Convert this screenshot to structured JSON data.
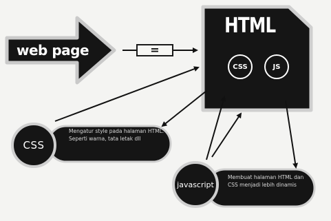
{
  "nodes": {
    "webpage": {
      "label": "web page"
    },
    "equals": {
      "label": "="
    },
    "html": {
      "title": "HTML",
      "css_badge": "CSS",
      "js_badge": "JS"
    },
    "css": {
      "label": "CSS",
      "description": "Mengatur style pada halaman HTML. Seperti warna, tata letak dll"
    },
    "javascript": {
      "label": "javascript",
      "description": "Membuat halaman HTML dan CSS menjadi lebih dinamis"
    }
  },
  "colors": {
    "shape_fill": "#151515",
    "background": "#f4f4f2",
    "text_light": "#ffffff"
  }
}
